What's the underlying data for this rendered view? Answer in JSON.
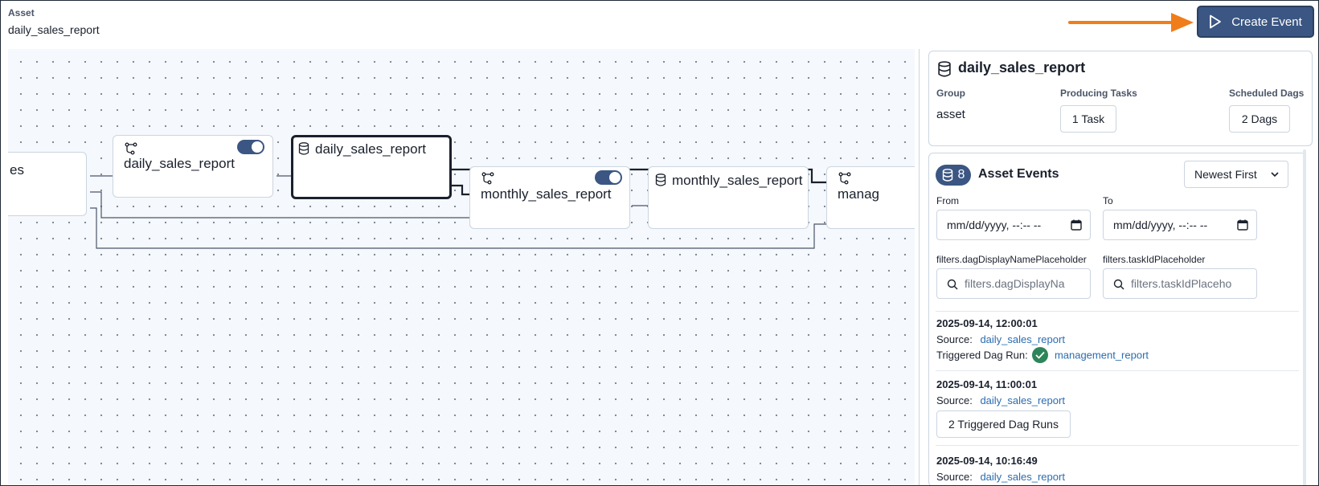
{
  "header": {
    "label": "Asset",
    "asset_name": "daily_sales_report",
    "create_event_label": "Create Event"
  },
  "graph": {
    "nodes": {
      "left_partial": "es",
      "daily_sales_dag": "daily_sales_report",
      "daily_sales_asset": "daily_sales_report",
      "monthly_sales_dag": "monthly_sales_report",
      "monthly_sales_asset": "monthly_sales_report",
      "management_partial": "manag"
    }
  },
  "details": {
    "name": "daily_sales_report",
    "group_label": "Group",
    "group_value": "asset",
    "producing_tasks_label": "Producing Tasks",
    "producing_tasks_value": "1 Task",
    "scheduled_dags_label": "Scheduled Dags",
    "scheduled_dags_value": "2 Dags"
  },
  "events": {
    "count": "8",
    "title": "Asset Events",
    "sort_value": "Newest First",
    "from_label": "From",
    "to_label": "To",
    "from_value": "mm/dd/yyyy, --:-- --",
    "to_value": "mm/dd/yyyy, --:-- --",
    "dag_filter_label": "filters.dagDisplayNamePlaceholder",
    "dag_filter_placeholder": "filters.dagDisplayNa",
    "task_filter_label": "filters.taskIdPlaceholder",
    "task_filter_placeholder": "filters.taskIdPlaceho",
    "items": [
      {
        "time": "2025-09-14, 12:00:01",
        "source_label": "Source:",
        "source": "daily_sales_report",
        "triggered_label": "Triggered Dag Run:",
        "triggered": "management_report"
      },
      {
        "time": "2025-09-14, 11:00:01",
        "source_label": "Source:",
        "source": "daily_sales_report",
        "runs_button": "2 Triggered Dag Runs"
      },
      {
        "time": "2025-09-14, 10:16:49",
        "source_label": "Source:",
        "source": "daily_sales_report"
      }
    ]
  },
  "icons": {
    "play": "play-icon",
    "database": "database-icon",
    "dag": "dag-icon",
    "calendar": "calendar-icon",
    "search": "search-icon",
    "chevron": "chevron-down-icon",
    "success": "check-circle-icon"
  },
  "colors": {
    "primary": "#3b5683",
    "link": "#2b6cb0",
    "success": "#2f855a",
    "annotation_arrow": "#f07d1a"
  }
}
